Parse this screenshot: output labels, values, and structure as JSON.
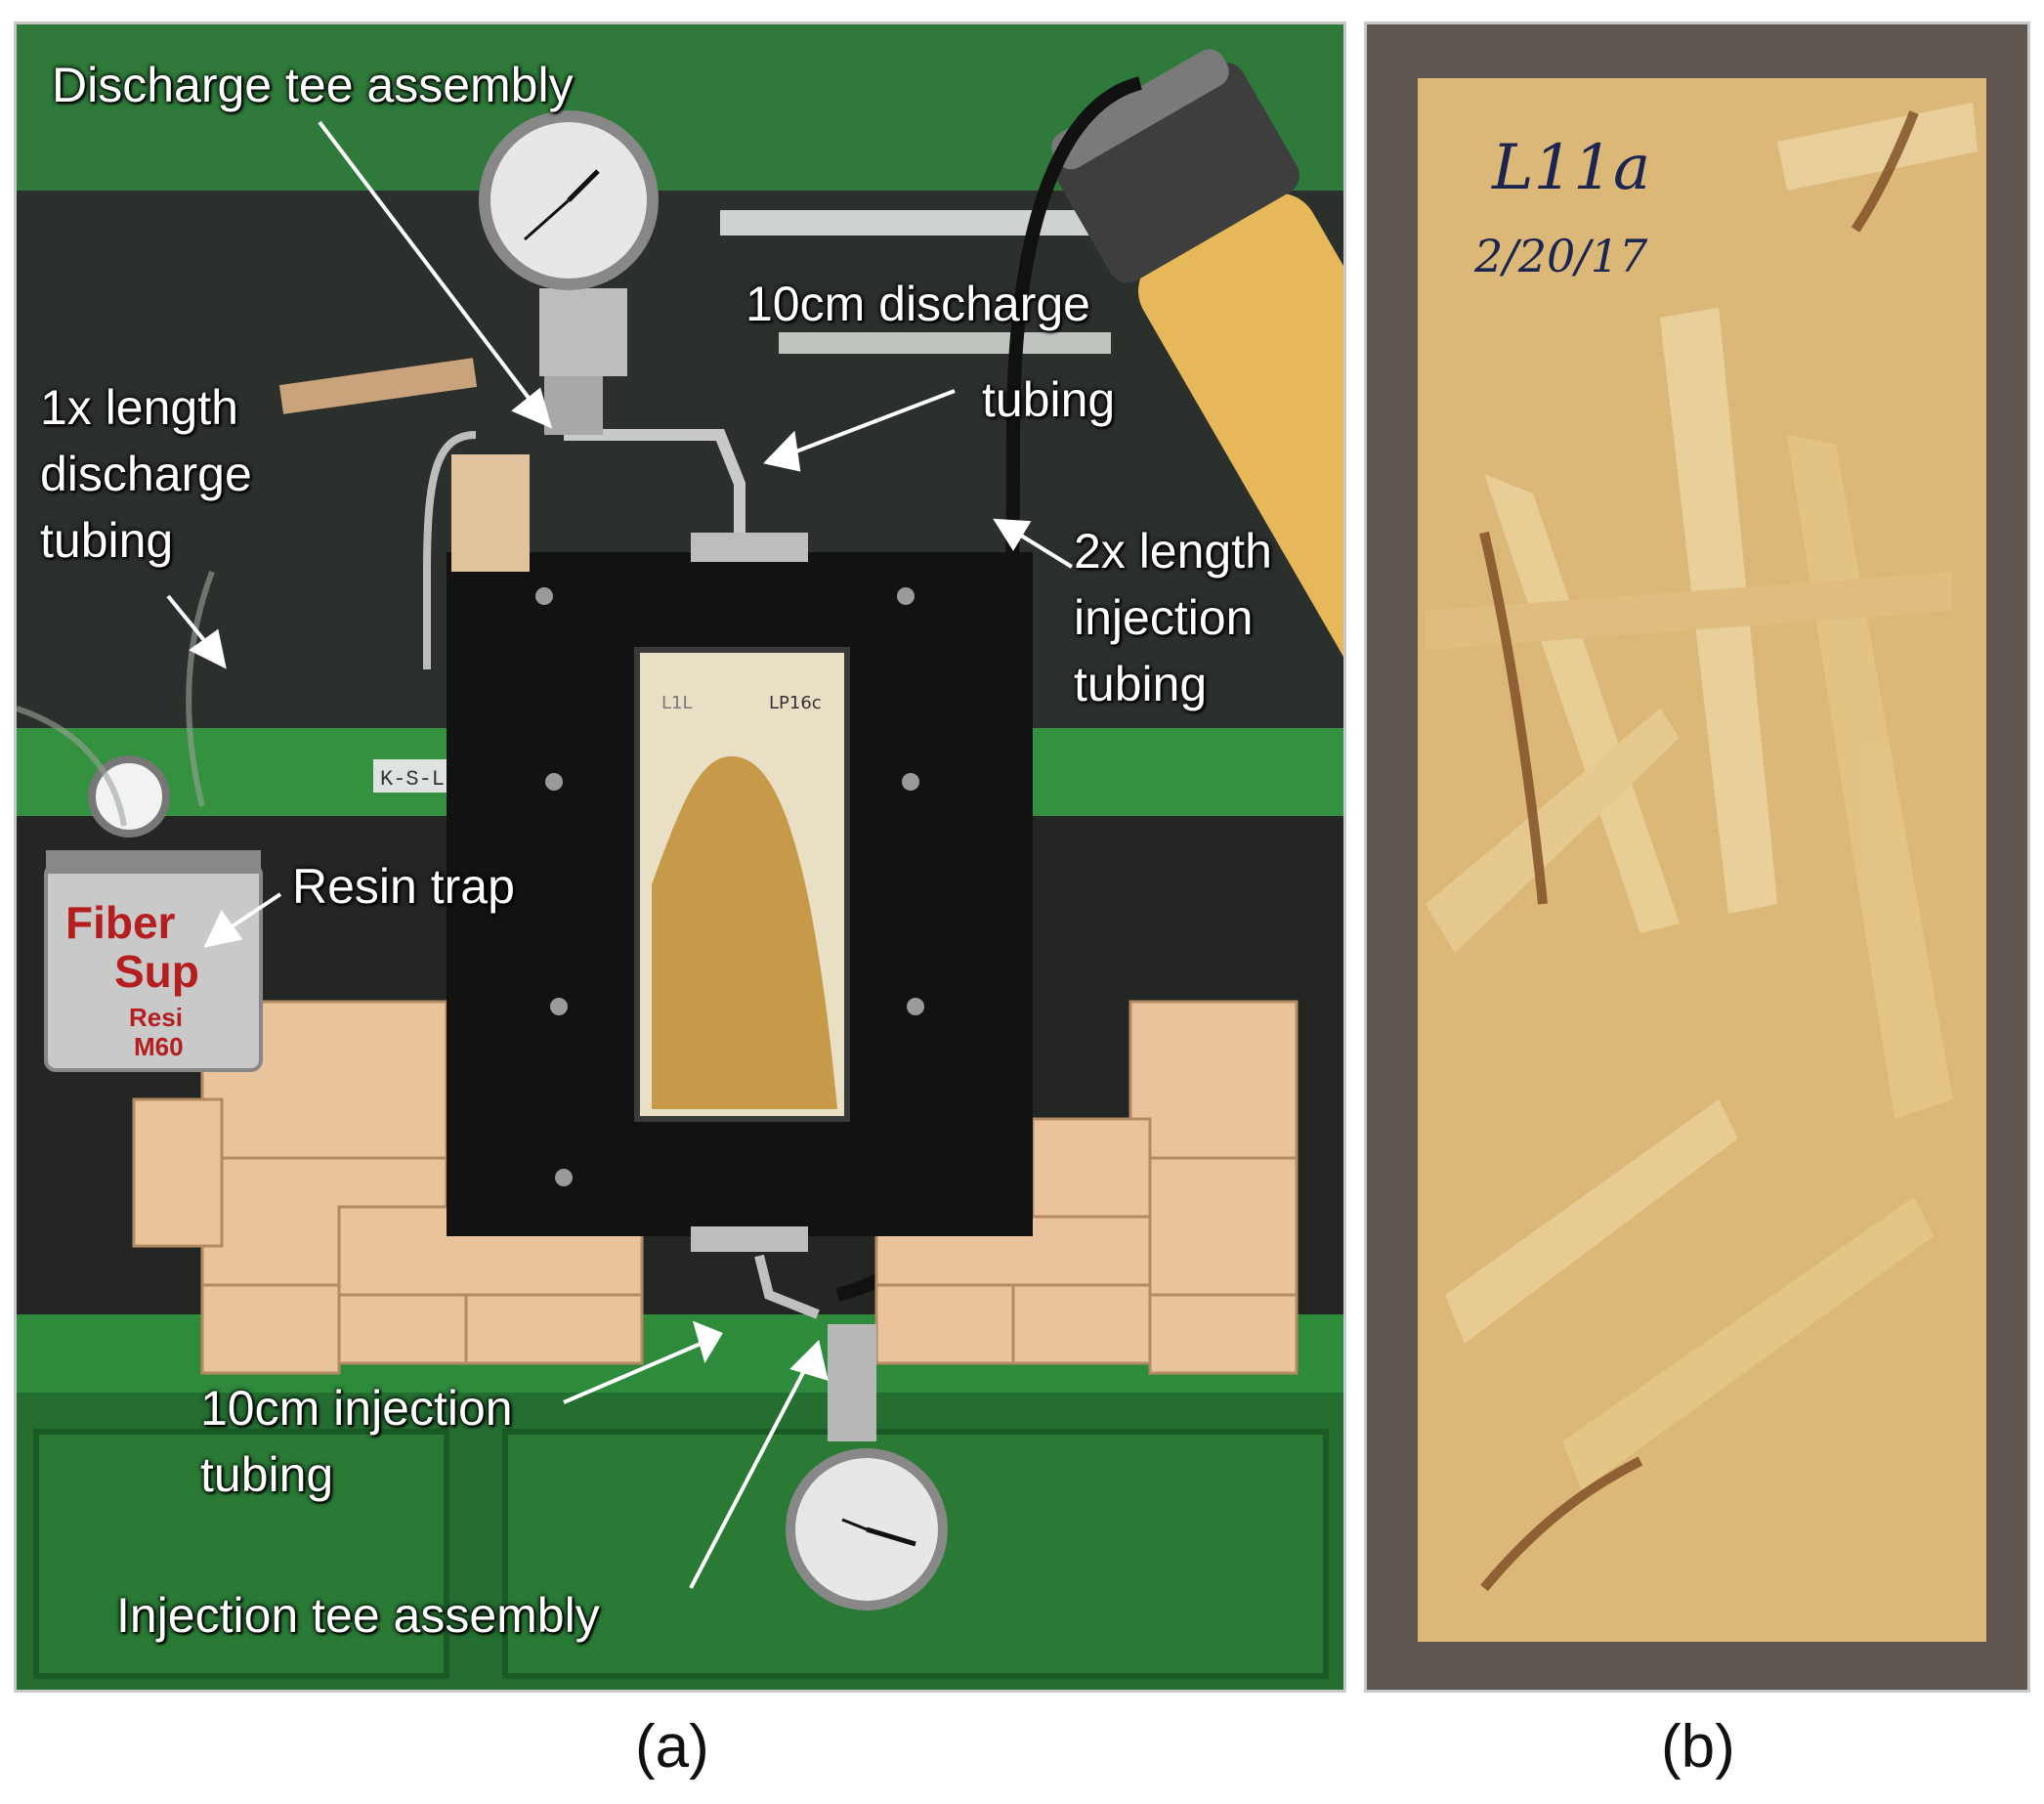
{
  "panel_a": {
    "caption": "(a)",
    "labels": {
      "discharge_tee": "Discharge tee assembly",
      "discharge_10cm_line1": "10cm discharge",
      "discharge_10cm_line2": "tubing",
      "discharge_1x": "1x length\ndischarge\ntubing",
      "injection_2x": "2x length\ninjection\ntubing",
      "resin_trap": "Resin trap",
      "injection_10cm": "10cm injection\ntubing",
      "injection_tee": "Injection tee assembly"
    },
    "equipment_text": {
      "sample_tag_left": "L1L",
      "sample_tag_right": "LP16c",
      "bench_tag": "K-S-L",
      "trap_text_1": "Fiber",
      "trap_text_2": "Sup",
      "trap_text_3": "Resi",
      "trap_text_4": "M60"
    }
  },
  "panel_b": {
    "caption": "(b)",
    "handwriting_line1": "L11a",
    "handwriting_line2": "2/20/17"
  },
  "colors": {
    "bench_green": "#2f8a3f",
    "wall": "#2b2f2b",
    "frame_black": "#121212",
    "wood": "#e7c29a",
    "osb": "#d9b77a",
    "label_text": "#ffffff"
  }
}
